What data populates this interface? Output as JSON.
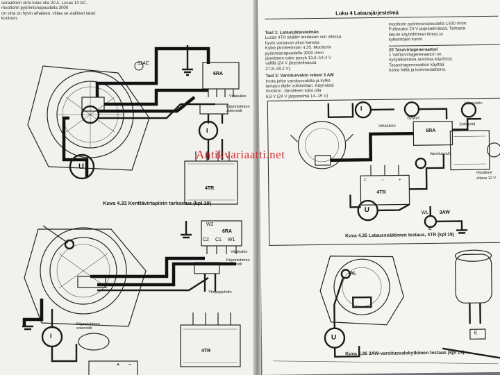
{
  "watermark": "Antikvariaatti.net",
  "left_page": {
    "top_text": [
      "seraattorin virta tulee olla 20 A. Lucas 10 AC-",
      "moottorin pyörimisnopeudella 3000",
      "on virta on hyvin alhainen, viitaa se viallinen laturi",
      "kuntoon."
    ],
    "fig433": {
      "caption": "Kuva 4.33 Kenttävirtapiirin tarkastus (kpl 19)",
      "labels": {
        "alternator": "11AC",
        "relay": "6RA",
        "solenoid_a": "Virtalukko",
        "solenoid_b": "Käynnistimen solenoidi",
        "ammeter": "I",
        "voltmeter": "U",
        "regulator": "4TR"
      }
    },
    "fig434": {
      "labels": {
        "relay": "6RA",
        "w2": "W2",
        "c2": "C2",
        "c1": "C1",
        "w1": "W1",
        "lock": "Virtalukko",
        "starter_solenoid": "Käynnistimen solenoidi",
        "connector": "Yhdyspjohdin",
        "ammeter": "I",
        "starter": "Käynnistimen solenoidi",
        "regulator": "4TR",
        "plus": "+",
        "minus": "−"
      }
    }
  },
  "right_page": {
    "header": "Luku 4  Latausjärjestelmä",
    "col1": [
      "Taul 1: Latausjärjestelmän",
      "Lucas 4TR säädin testataan sen ollessa",
      "hyvin varaavan akun kanssa",
      "Kytke jännitemittari 4.35. Moottorin",
      "pyörimisnopeudella 3000 r/min",
      "jännitteen tulee pysyä 13,6–14,4 V",
      "välillä (24 V järjestelmässä",
      "27,8–28,2 V)."
    ],
    "col1b": [
      "Taul 2: Varoitusvalon releen 3 AW",
      "Irrota johto varoitusvalolta ja kytke",
      "lampun tilalle volttimittari. Käynnistä",
      "moottori. Jännitteen tulisi olla",
      "6,8 V (24 V järjestelmä 14–15 V)"
    ],
    "col2": [
      "moottorin pyörimisnopeudella 1500 r/min.",
      "Pulleaaksi 24 V järjestelmässä. Tarkasta",
      "laturin käyttöhihnan kireys ja",
      "kytkentöjen kunto."
    ],
    "section": "20 Tasavirtageneraattori",
    "col2b": [
      "1 Vaihtovirtageneraattori on",
      "nykyaikaisissa autoissa käytössä.",
      "Tasavirtageneraattori käyttää",
      "kahta hiiltä ja kommutaattoria."
    ],
    "fig435": {
      "caption": "Kuva 4.35 Latausssäätimen testaus, 4TR (kpl 19)",
      "labels": {
        "starter": "Käynnistin",
        "lamp": "Sytytys",
        "lock": "Virtalukko",
        "relay": "6RA",
        "solenoid": "Solenoidi",
        "warning": "Varoitusvalo",
        "checked": "Hyväksyt",
        "voltage": "oltava 12 V",
        "f": "F",
        "minus": "−",
        "plus": "+",
        "wl": "WL",
        "aw": "3AW",
        "e": "E",
        "ammeter": "I",
        "voltmeter": "U",
        "regulator": "4TR"
      }
    },
    "fig436": {
      "caption": "Kuva 4.36 3AW-varoitusvalokytkimen testaus (kpl 19)",
      "labels": {
        "al": "AL",
        "voltmeter": "U",
        "e": "E"
      }
    }
  }
}
